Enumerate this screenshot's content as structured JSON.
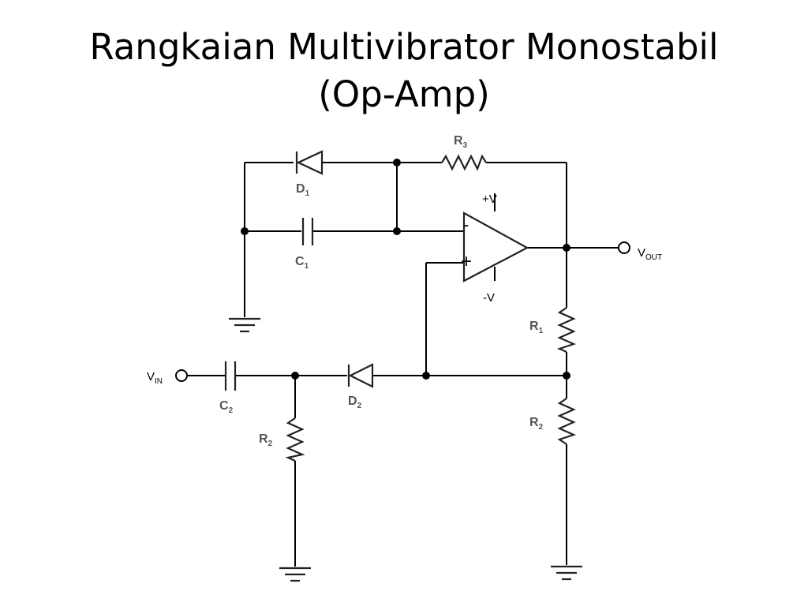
{
  "slide": {
    "title_line1": "Rangkaian Multivibrator Monostabil",
    "title_line2": "(Op-Amp)"
  },
  "labels": {
    "d1": "D",
    "d1_sub": "1",
    "r3": "R",
    "r3_sub": "3",
    "c1": "C",
    "c1_sub": "1",
    "pos_supply": "+V",
    "neg_supply": "-V",
    "inv_sign": "-",
    "noninv_sign": "+",
    "vout": "V",
    "vout_sub": "OUT",
    "vin": "V",
    "vin_sub": "IN",
    "r1": "R",
    "r1_sub": "1",
    "c2": "C",
    "c2_sub": "2",
    "d2": "D",
    "d2_sub": "2",
    "r2a": "R",
    "r2a_sub": "2",
    "r2b": "R",
    "r2b_sub": "2"
  }
}
